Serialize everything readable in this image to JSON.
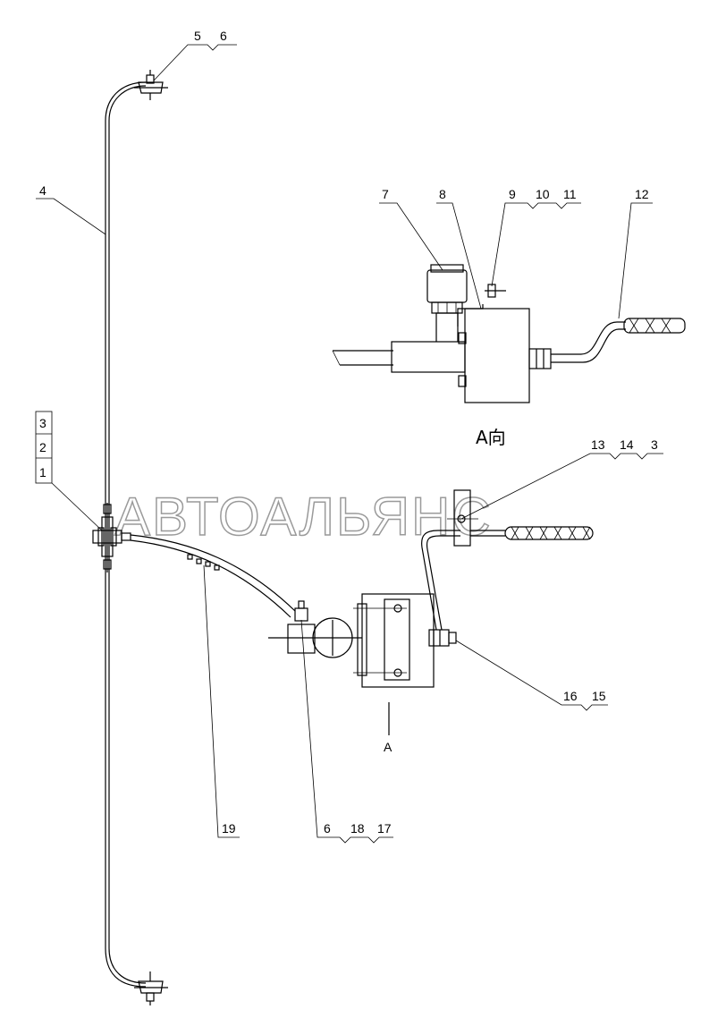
{
  "watermark": "АВТОАЛЬЯНС",
  "view_label": "A向",
  "arrow_label": "A",
  "callouts": {
    "c5": "5",
    "c6a": "6",
    "c4": "4",
    "c7": "7",
    "c8": "8",
    "c9": "9",
    "c10": "10",
    "c11": "11",
    "c12": "12",
    "c3a": "3",
    "c2": "2",
    "c1": "1",
    "c13": "13",
    "c14": "14",
    "c3b": "3",
    "c16": "16",
    "c15": "15",
    "c19": "19",
    "c6b": "6",
    "c18": "18",
    "c17": "17"
  },
  "colors": {
    "line": "#000000",
    "watermark": "#9a9a9a",
    "background": "#ffffff"
  }
}
